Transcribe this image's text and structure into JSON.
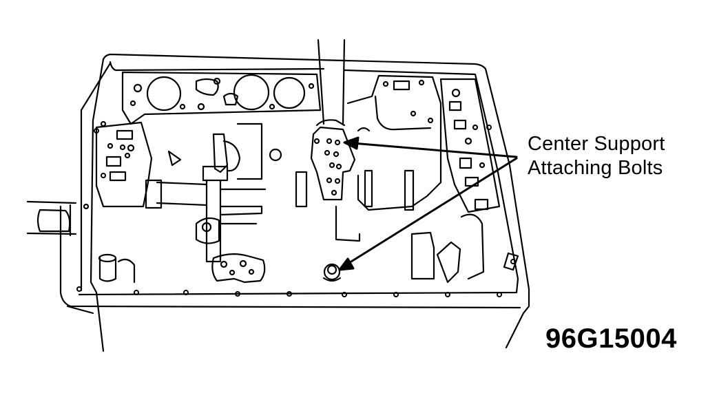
{
  "figure": {
    "callout_line1": "Center Support",
    "callout_line2": "Attaching Bolts",
    "figure_id": "96G15004",
    "ink_color": "#000000",
    "paper_color": "#ffffff"
  }
}
